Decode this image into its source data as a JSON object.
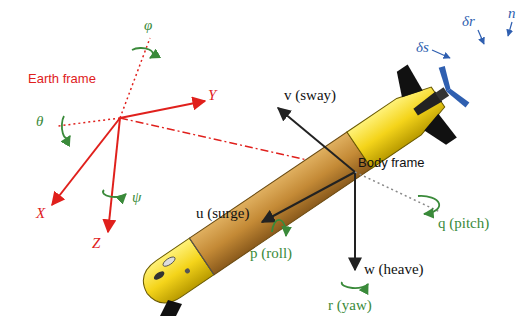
{
  "diagram": {
    "labels": [
      "Earth frame",
      "φ",
      "θ",
      "Y",
      "X",
      "Z",
      "ψ",
      "v (sway)",
      "u (surge)",
      "Body frame",
      "p (roll)",
      "q (pitch)",
      "w (heave)",
      "r (yaw)",
      "δr",
      "δs",
      "n"
    ]
  }
}
